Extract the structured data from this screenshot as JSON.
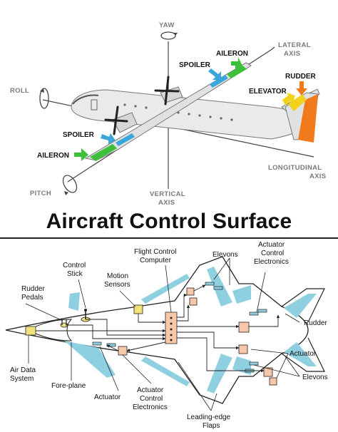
{
  "top_diagram": {
    "axes": {
      "yaw": "YAW",
      "roll": "ROLL",
      "pitch": "PITCH",
      "lateral_1": "LATERAL",
      "lateral_2": "AXIS",
      "vertical_1": "VERTICAL",
      "vertical_2": "AXIS",
      "longitudinal_1": "LONGITUDINAL",
      "longitudinal_2": "AXIS"
    },
    "parts": {
      "aileron_top": "AILERON",
      "spoiler_top": "SPOILER",
      "rudder": "RUDDER",
      "elevator": "ELEVATOR",
      "spoiler_bottom": "SPOILER",
      "aileron_bottom": "AILERON"
    },
    "colors": {
      "aileron": "#3dbf3a",
      "spoiler": "#3aa6d9",
      "rudder": "#f07a1c",
      "elevator": "#f2d21c"
    }
  },
  "title": "Aircraft Control Surface",
  "bottom_diagram": {
    "labels": {
      "flight_control_1": "Flight Control",
      "flight_control_2": "Computer",
      "elevons_top": "Elevons",
      "actuator_ctrl_top_1": "Actuator",
      "actuator_ctrl_top_2": "Control",
      "actuator_ctrl_top_3": "Electronics",
      "control_stick_1": "Control",
      "control_stick_2": "Stick",
      "motion_sensors_1": "Motion",
      "motion_sensors_2": "Sensors",
      "rudder_pedals_1": "Rudder",
      "rudder_pedals_2": "Pedals",
      "rudder": "Rudder",
      "actuator_right": "Actuator",
      "elevons_right": "Elevons",
      "air_data_1": "Air Data",
      "air_data_2": "System",
      "fore_plane": "Fore-plane",
      "actuator_bottom": "Actuator",
      "actuator_ctrl_bottom_1": "Actuator",
      "actuator_ctrl_bottom_2": "Control",
      "actuator_ctrl_bottom_3": "Electronics",
      "leading_edge_1": "Leading-edge",
      "leading_edge_2": "Flaps"
    },
    "colors": {
      "surface": "#8ecfe0",
      "box": "#f6c7a8",
      "sensor": "#f2e27a"
    }
  }
}
